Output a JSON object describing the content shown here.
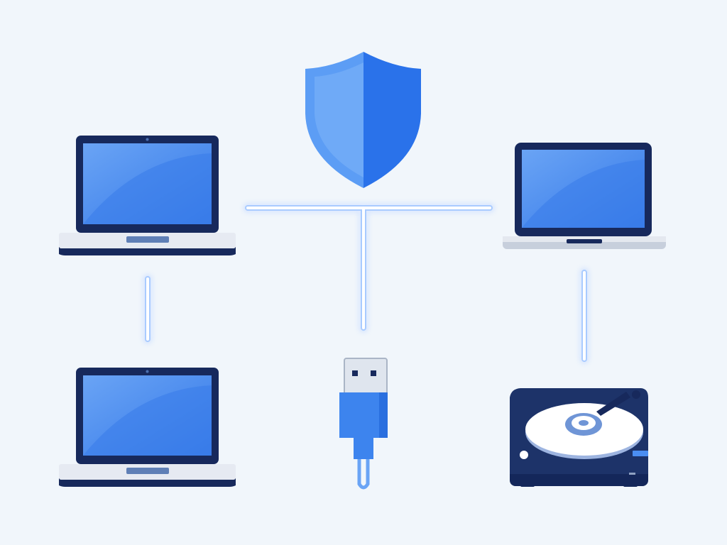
{
  "colors": {
    "background": "#f1f6fb",
    "frame_navy": "#17295c",
    "screen_blue": "#3f86ee",
    "screen_highlight": "#6aa4f5",
    "shield_light": "#5c9df5",
    "shield_dark": "#2a72ea",
    "connector_glow": "#9cc3ff",
    "disk_white": "#ffffff",
    "hub_blue": "#6f95d6"
  },
  "nodes": [
    {
      "id": "laptop-top-left",
      "icon": "laptop-icon"
    },
    {
      "id": "shield",
      "icon": "shield-icon"
    },
    {
      "id": "laptop-top-right",
      "icon": "laptop-icon"
    },
    {
      "id": "laptop-bottom-left",
      "icon": "laptop-icon"
    },
    {
      "id": "usb-drive",
      "icon": "usb-icon"
    },
    {
      "id": "hard-drive",
      "icon": "hard-drive-icon"
    }
  ]
}
